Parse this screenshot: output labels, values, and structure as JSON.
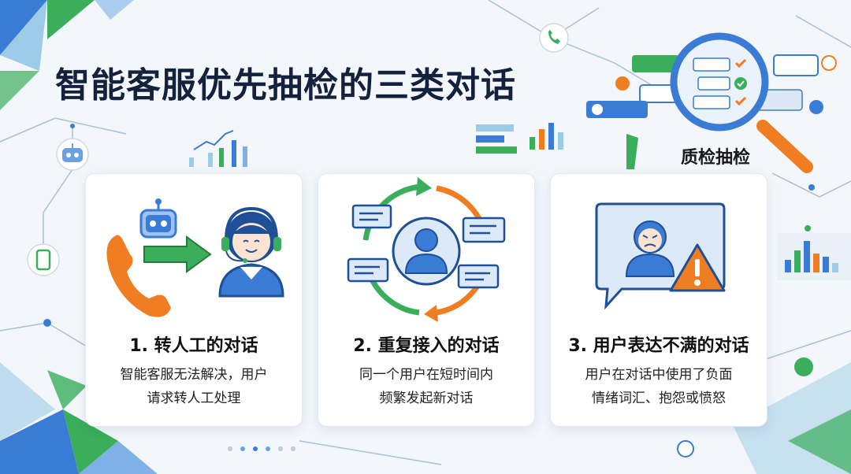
{
  "title": "智能客服优先抽检的三类对话",
  "qc_label": "质检抽检",
  "cards": [
    {
      "title": "1. 转人工的对话",
      "desc": [
        "智能客服无法解决，用户",
        "请求转人工处理"
      ]
    },
    {
      "title": "2. 重复接入的对话",
      "desc": [
        "同一个用户在短时间内",
        "频繁发起新对话"
      ]
    },
    {
      "title": "3. 用户表达不满的对话",
      "desc": [
        "用户在对话中使用了负面",
        "情绪词汇、抱怨或愤怒"
      ]
    }
  ],
  "colors": {
    "title": "#14213d",
    "blue": "#3a7bd5",
    "green": "#3aae5b",
    "orange": "#f07d22",
    "red": "#e5533d"
  },
  "icons": [
    "robot-icon",
    "phone-icon",
    "arrow-right-icon",
    "agent-headset-icon",
    "cycle-arrows-icon",
    "chat-bubble-icon",
    "user-icon",
    "angry-user-icon",
    "warning-icon",
    "magnifier-icon",
    "bar-chart-icon"
  ]
}
